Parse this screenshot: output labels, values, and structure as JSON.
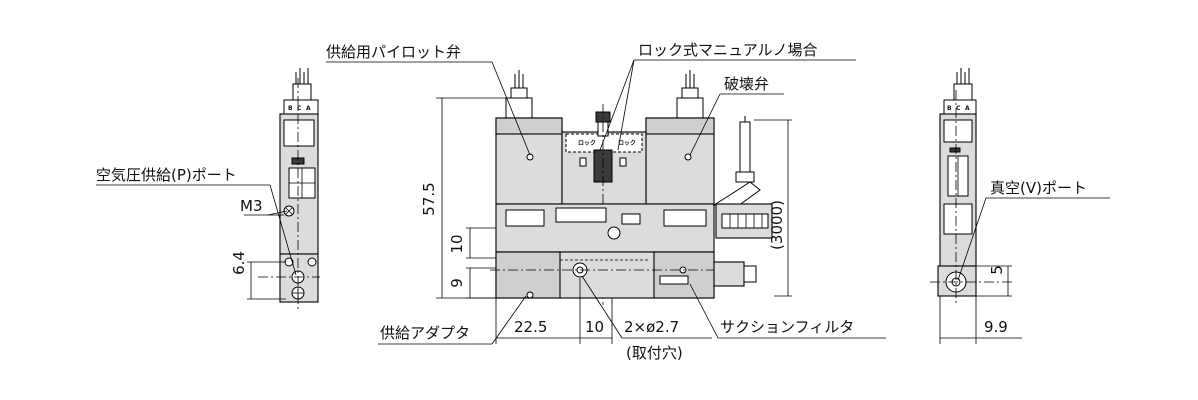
{
  "labels": {
    "pilot_supply": "供給用パイロット弁",
    "manual_lock": "ロック式マニュアルノ場合",
    "release_valve": "破壊弁",
    "air_supply_port": "空気圧供給(P)ポート",
    "vacuum_port": "真空(V)ポート",
    "supply_adapter": "供給アダプタ",
    "suction_filter": "サクションフィルタ",
    "mount_hole_note": "(取付穴)"
  },
  "dimensions": {
    "thread": "M3",
    "d_64": "6.4",
    "d_575": "57.5",
    "d_10v": "10",
    "d_9v": "9",
    "d_3000": "(3000)",
    "d_225": "22.5",
    "d_10h": "10",
    "hole": "2×ø2.7",
    "d_5": "5",
    "d_99": "9.9"
  },
  "connector_letters": {
    "b": "B",
    "c": "C",
    "a": "A"
  }
}
